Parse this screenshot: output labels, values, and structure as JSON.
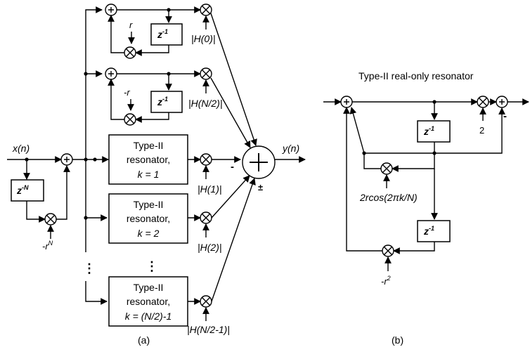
{
  "panel_a": {
    "input": "x(n)",
    "output": "y(n)",
    "comb_delay": "z",
    "comb_delay_exp": "-N",
    "comb_gain": "-r",
    "comb_gain_exp": "N",
    "res0": {
      "gain": "r",
      "delay": "z",
      "delay_exp": "-1",
      "weight": "|H(0)|"
    },
    "resN2": {
      "gain": "-r",
      "delay": "z",
      "delay_exp": "-1",
      "weight": "|H(N/2)|"
    },
    "res1": {
      "line1": "Type-II",
      "line2": "resonator,",
      "line3": "k = 1",
      "weight": "|H(1)|"
    },
    "res2": {
      "line1": "Type-II",
      "line2": "resonator,",
      "line3": "k = 2",
      "weight": "|H(2)|"
    },
    "resLast": {
      "line1": "Type-II",
      "line2": "resonator,",
      "line3": "k = (N/2)-1",
      "weight": "|H(N/2-1)|"
    },
    "sign_minus": "-",
    "sign_pm": "±",
    "caption": "(a)"
  },
  "panel_b": {
    "title": "Type-II real-only resonator",
    "delay1": "z",
    "delay1_exp": "-1",
    "delay2": "z",
    "delay2_exp": "-1",
    "gain_two": "2",
    "gain_cos": "2rcos(2πk/N)",
    "gain_r2": "-r",
    "gain_r2_exp": "2",
    "sign_minus": "-",
    "caption": "(b)"
  }
}
